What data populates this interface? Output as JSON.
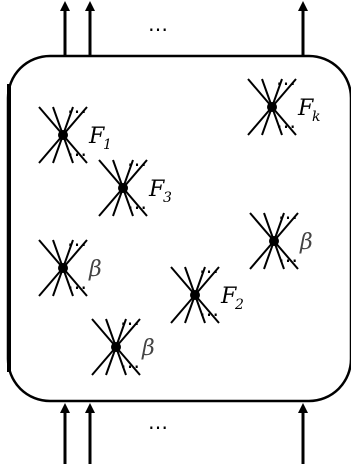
{
  "diagram": {
    "top_ellipsis": "⋯",
    "bottom_ellipsis": "⋯",
    "vertex_dots": "⋯",
    "vertices": [
      {
        "label": "F",
        "sub": "1",
        "greek": false
      },
      {
        "label": "F",
        "sub": "3",
        "greek": false
      },
      {
        "label": "F",
        "sub": "k",
        "greek": false
      },
      {
        "label": "β",
        "sub": "",
        "greek": true
      },
      {
        "label": "β",
        "sub": "",
        "greek": true
      },
      {
        "label": "F",
        "sub": "2",
        "greek": false
      },
      {
        "label": "β",
        "sub": "",
        "greek": true
      }
    ]
  }
}
